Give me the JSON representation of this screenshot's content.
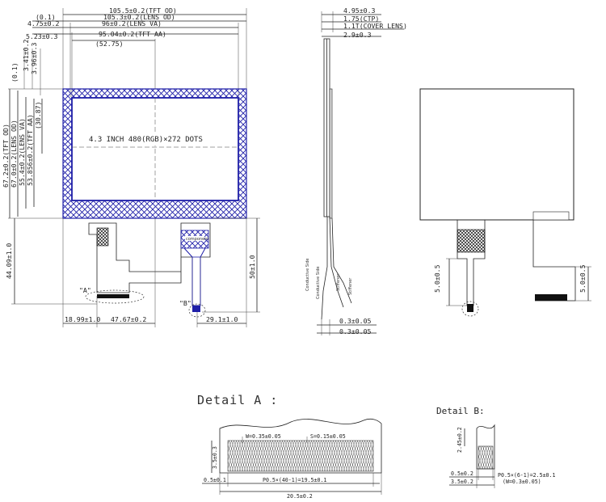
{
  "front_view": {
    "dims_top": {
      "tft_od": "105.5±0.2(TFT OD)",
      "gap": "(0.1)",
      "lens_od": "105.3±0.2(LENS OD)",
      "offset_a": "4.75±0.2",
      "lens_va": "96±0.2(LENS VA)",
      "offset_b": "5.23±0.3",
      "tft_aa": "95.04±0.2(TFT AA)",
      "center": "(52.75)"
    },
    "dims_left": {
      "top_gap": "(0.1)",
      "top_b": "3.41±0.2",
      "top_c": "3.96±0.3",
      "tft_od": "67.2±0.2(TFT OD)",
      "lens_od": "67.0±0.2(LENS OD)",
      "lens_va": "55.4±0.2(LENS VA)",
      "tft_aa": "53.856±0.2(TFT AA)",
      "center": "(30.87)",
      "total": "44.09±1.0"
    },
    "dims_bottom": {
      "a": "18.99±1.0",
      "b": "47.67±0.2",
      "c": "29.1±1.0",
      "right": "50±1.0"
    },
    "center_label": "4.3 INCH 480(RGB)×272 DOTS",
    "marker_a": "\"A\"",
    "marker_b": "\"B\"",
    "fpc_stamp": "component"
  },
  "side_view": {
    "d1": "4.95±0.3",
    "d2": "1.75(CTP)",
    "d3": "1.1T(COVER LENS)",
    "d4": "2.9±0.3",
    "d5": "0.3±0.05",
    "d6": "0.3±0.05",
    "labels": [
      "Conductive Side",
      "Conductive Side",
      "Stiffener",
      "Stiffener"
    ]
  },
  "back_view": {
    "d1": "5.0±0.5",
    "d2": "5.0±0.5"
  },
  "detail_a": {
    "title": "Detail A :",
    "w": "W=0.35±0.05",
    "s": "S=0.15±0.05",
    "height": "3.5±0.3",
    "edge": "0.5±0.1",
    "pitch": "P0.5×(40-1)=19.5±0.1",
    "total": "20.5±0.2"
  },
  "detail_b": {
    "title": "Detail B:",
    "height": "2.45±0.2",
    "edge": "0.5±0.2",
    "pitch": "P0.5×(6-1)=2.5±0.1",
    "pitch_w": "(W=0.3±0.05)",
    "total": "3.5±0.2"
  }
}
